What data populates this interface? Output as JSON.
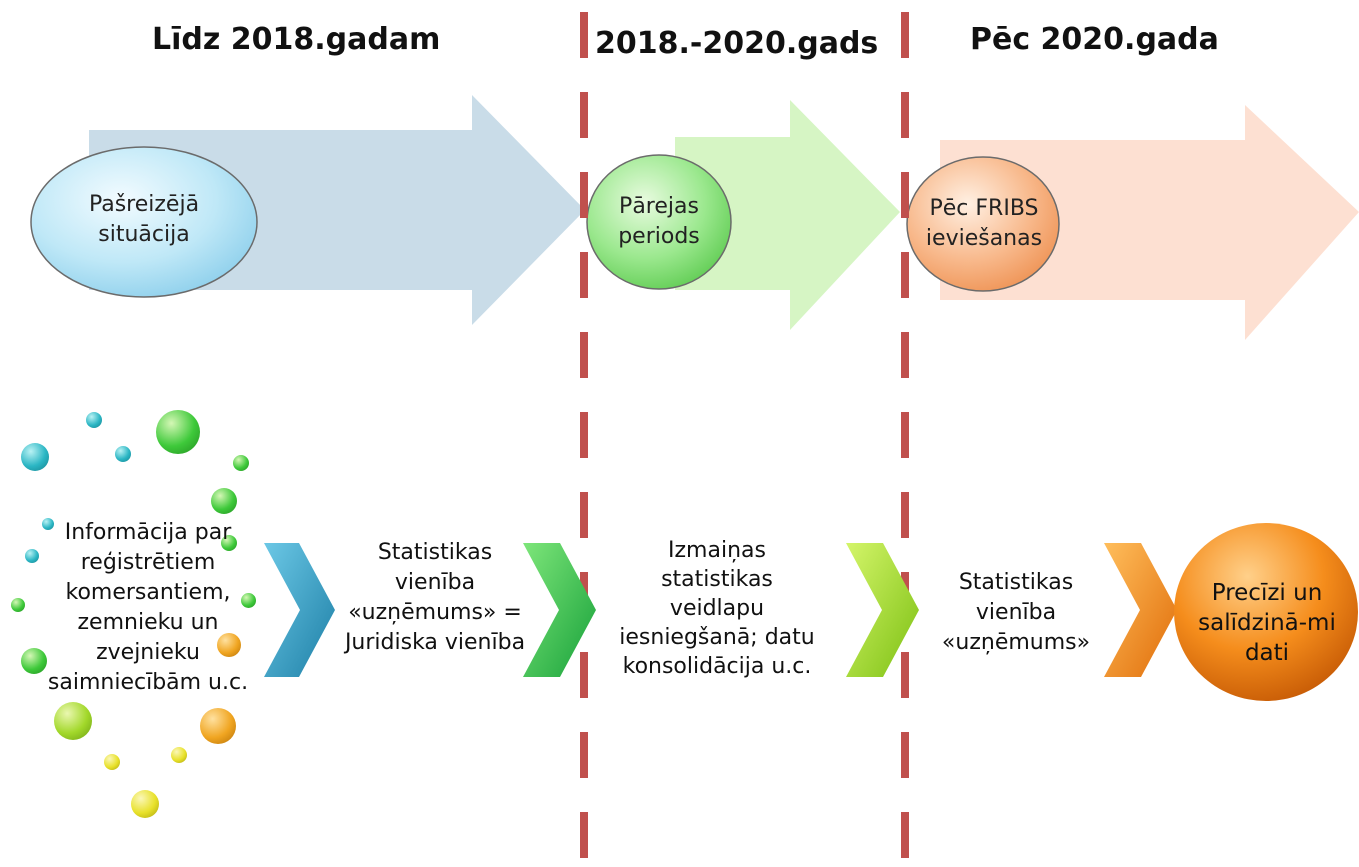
{
  "headings": {
    "period1": "Līdz 2018.gadam",
    "period2": "2018.-2020.gads",
    "period3": "Pēc 2020.gada"
  },
  "ovals": {
    "current": "Pašreizējā situācija",
    "transition": "Pārejas periods",
    "after": "Pēc FRIBS ieviešanas"
  },
  "texts": {
    "info": "Informācija par reģistrētiem komersantiem, zemnieku un zvejnieku saimniecībām u.c.",
    "unit1": "Statistikas vienība «uzņēmums» = Juridiska vienība",
    "changes": "Izmaiņas statistikas veidlapu iesniegšanā; datu konsolidācija u.c.",
    "unit2": "Statistikas vienība «uzņēmums»",
    "result": "Precīzi un salīdzinā-mi dati"
  },
  "colors": {
    "divider": "#c0504d",
    "arrow1": "#c9dce8",
    "arrow2": "#d6f5c4",
    "arrow3": "#fde0d2",
    "oval1": "#bfe8f7",
    "oval2": "#9be88e",
    "oval3": "#f8b98c",
    "chevron_blue": "#3aa3c8",
    "chevron_green": "#3ec94a",
    "chevron_lime": "#a8e02c",
    "chevron_orange": "#f0921e",
    "result_circle": "#f07f14"
  }
}
